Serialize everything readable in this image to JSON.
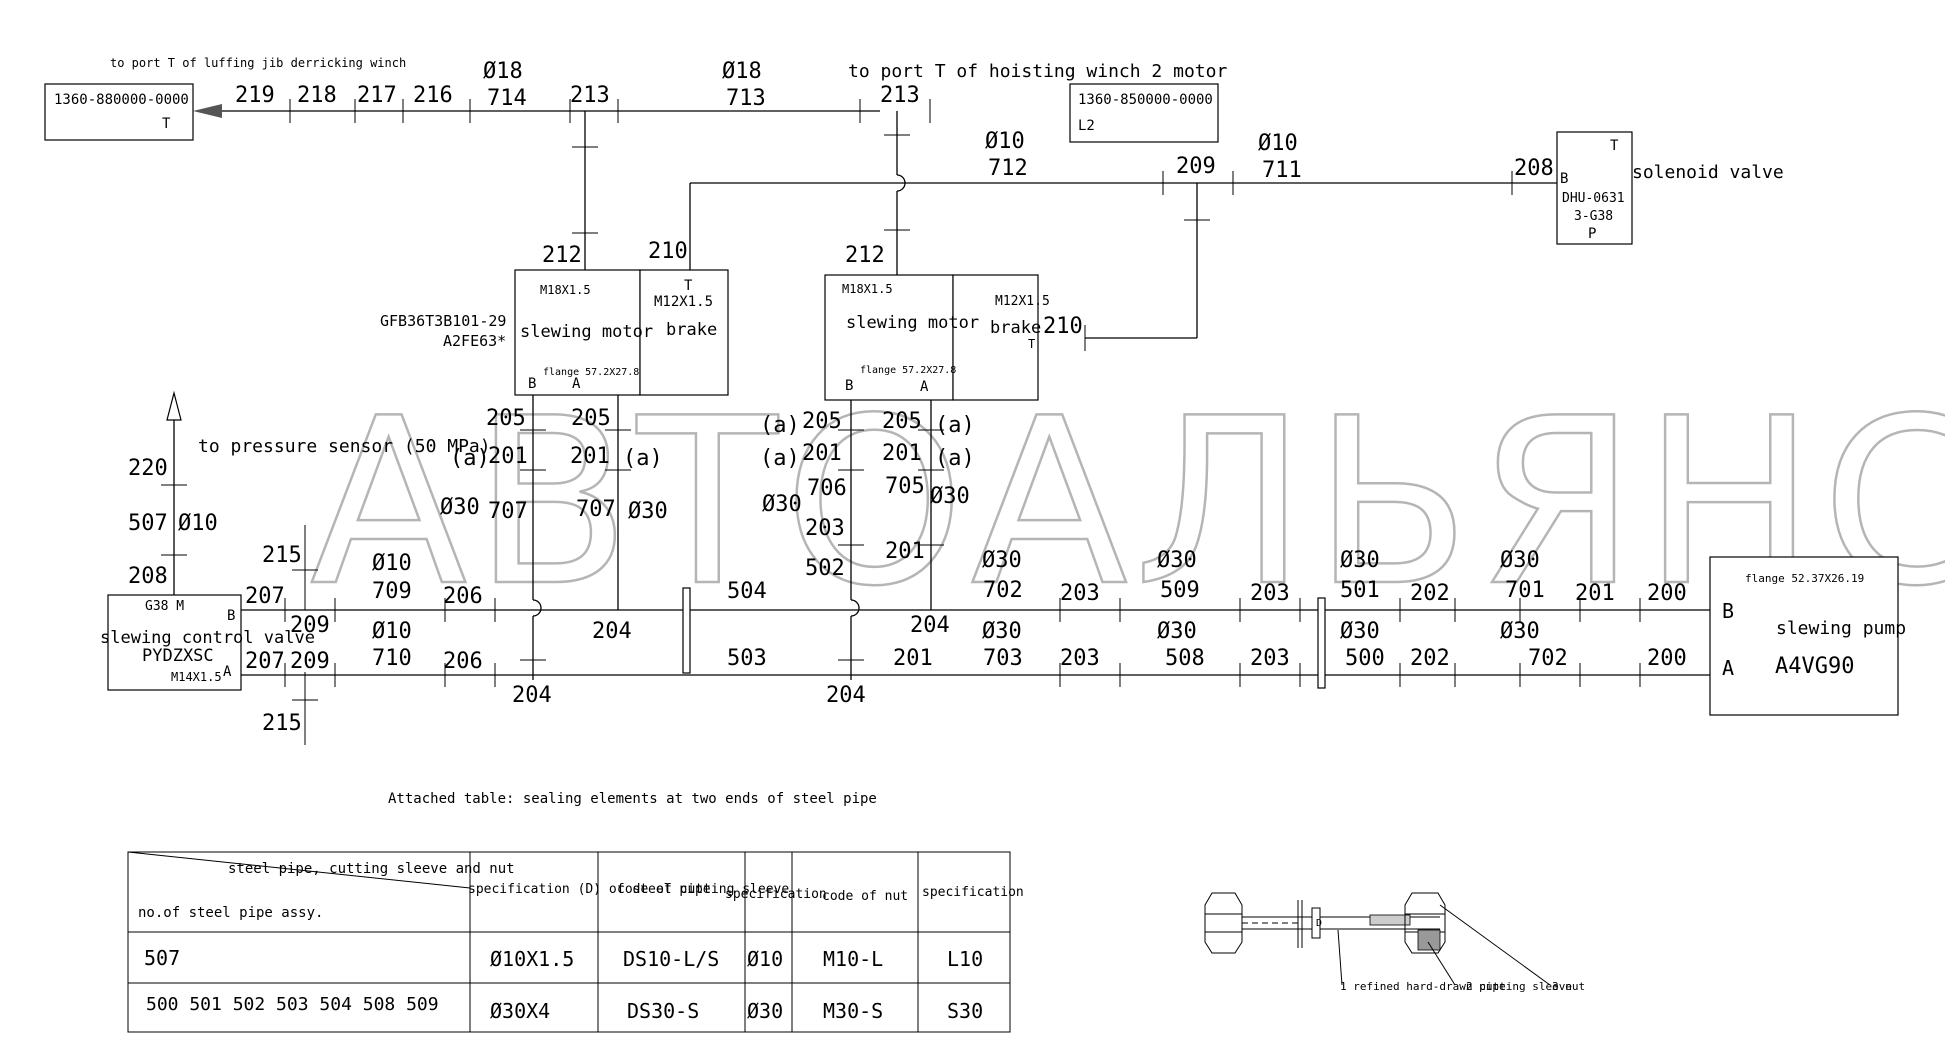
{
  "watermark": "АВТОАЛЬЯНС",
  "components": {
    "left_box": {
      "code": "1360-880000-0000",
      "port": "T",
      "caption": "to port T of luffing jib derricking winch"
    },
    "hoist_box": {
      "code": "1360-850000-0000",
      "port": "L2",
      "caption": "to port T of hoisting winch 2 motor"
    },
    "solenoid": {
      "port_t": "T",
      "port_b": "B",
      "code1": "DHU-0631",
      "code2": "3-G38",
      "port_p": "P",
      "caption": "solenoid valve"
    },
    "motor1": {
      "thread_t": "M18X1.5",
      "brake_thread": "M12X1.5",
      "brake_t": "T",
      "motor_label": "slewing motor",
      "brake_label": "brake",
      "flange": "flange 57.2X27.8",
      "port_b": "B",
      "port_a": "A",
      "model1": "GFB36T3B101-29",
      "model2": "A2FE63*"
    },
    "motor2": {
      "thread_t": "M18X1.5",
      "brake_thread": "M12X1.5",
      "brake_t": "T",
      "motor_label": "slewing motor",
      "brake_label": "brake",
      "flange": "flange 57.2X27.8",
      "port_b": "B",
      "port_a": "A"
    },
    "control_valve": {
      "top": "G38 M",
      "label": "slewing control valve",
      "model": "PYDZXSC",
      "thread": "M14X1.5",
      "port_b": "B",
      "port_a": "A"
    },
    "pump": {
      "flange": "flange 52.37X26.19",
      "label": "slewing pump",
      "model": "A4VG90",
      "port_b": "B",
      "port_a": "A"
    },
    "pressure_sensor": "to pressure sensor (50 MPa)"
  },
  "line_labels": {
    "top_row": [
      "219",
      "218",
      "217",
      "216",
      "Ø18",
      "714",
      "213",
      "Ø18",
      "713",
      "213"
    ],
    "mid_row": [
      "Ø10",
      "712",
      "209",
      "Ø10",
      "711",
      "208"
    ],
    "motor_side": [
      "212",
      "210",
      "212",
      "210"
    ],
    "fittings_upper": [
      "205",
      "205",
      "(a)",
      "201",
      "201",
      "(a)",
      "Ø30",
      "707",
      "707",
      "Ø30",
      "(a)",
      "205",
      "205",
      "(a)",
      "(a)",
      "201",
      "201",
      "(a)",
      "706",
      "705",
      "Ø30",
      "Ø30",
      "203",
      "201",
      "502"
    ],
    "sensor_line": [
      "220",
      "507",
      "Ø10",
      "208",
      "215",
      "215"
    ],
    "b_line": [
      "207",
      "209",
      "Ø10",
      "709",
      "206",
      "204",
      "504",
      "204",
      "Ø30",
      "702",
      "203",
      "Ø30",
      "509",
      "203",
      "Ø30",
      "501",
      "202",
      "Ø30",
      "701",
      "201",
      "200"
    ],
    "a_line": [
      "207",
      "209",
      "Ø10",
      "710",
      "206",
      "204",
      "503",
      "204",
      "201",
      "Ø30",
      "703",
      "203",
      "Ø30",
      "508",
      "203",
      "Ø30",
      "500",
      "202",
      "Ø30",
      "702",
      "200"
    ]
  },
  "table": {
    "caption": "Attached table: sealing elements at two ends of steel pipe",
    "corner_top": "steel pipe, cutting sleeve and nut",
    "corner_bottom": "no.of steel pipe assy.",
    "headers": [
      "specification (D) of steel pipe",
      "code of cutting sleeve",
      "specification",
      "code of nut",
      "specification"
    ],
    "rows": [
      [
        "507",
        "Ø10X1.5",
        "DS10-L/S",
        "Ø10",
        "M10-L",
        "L10"
      ],
      [
        "500 501 502 503 504 508 509",
        "Ø30X4",
        "DS30-S",
        "Ø30",
        "M30-S",
        "S30"
      ]
    ]
  },
  "detail": {
    "label1": "1 refined hard-drawn pipe",
    "label2": "2 cutting sleeve",
    "label3": "3 nut",
    "d_mark": "D"
  }
}
